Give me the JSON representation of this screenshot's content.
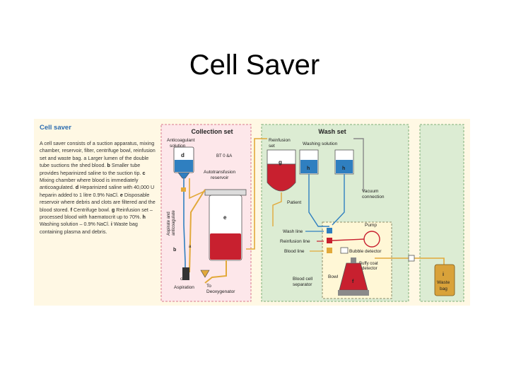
{
  "title": "Cell Saver",
  "figure": {
    "sidebar": {
      "heading": "Cell saver",
      "intro": "A cell saver consists of a suction apparatus, mixing chamber, reservoir, filter, centrifuge bowl, reinfusion set and waste bag. a Larger lumen of the double tube suctions the shed blood.",
      "b_letter": "b",
      "b_text": "Smaller tube provides heparinized saline to the suction tip.",
      "c_letter": "c",
      "c_text": "Mixing chamber where blood is immediately anticoagulated.",
      "d_letter": "d",
      "d_text": "Heparinized saline with 40,000 U heparin added to 1 litre 0.9% NaCl.",
      "e_letter": "e",
      "e_text": "Disposable reservoir where debris and clots are filtered and the blood stored.",
      "f_letter": "f",
      "f_text": "Centrifuge bowl.",
      "g_letter": "g",
      "g_text": "Reinfusion set – processed blood with haematocrit up to 70%.",
      "h_letter": "h",
      "h_text": "Washing solution – 0.9% NaCl.",
      "i_letter": "i",
      "i_text": "Waste bag containing plasma and debris."
    },
    "collection_set": {
      "heading": "Collection set",
      "anticoagulant_line1": "Anticoagulant",
      "anticoagulant_line2": "solution",
      "label_d": "d",
      "label_e": "e",
      "label_c": "c",
      "label_b": "b",
      "label_a": "a",
      "bt_label": "BT 0 &A",
      "autotransfusion_line1": "Autotransfusion",
      "autotransfusion_line2": "reservoir",
      "aspirate_line1": "Aspirate and",
      "aspirate_line2": "anticoagulate",
      "aspiration": "Aspiration",
      "to_line1": "To",
      "to_line2": "Deoxygenator"
    },
    "wash_set": {
      "heading": "Wash set",
      "reinfusion_line1": "Reinfusion",
      "reinfusion_line2": "set",
      "washing_solution": "Washing solution",
      "label_g": "g",
      "label_h1": "h",
      "label_h2": "h",
      "patient": "Patient",
      "vacuum_line1": "Vacuum",
      "vacuum_line2": "connection",
      "pump": "Pump",
      "wash_line": "Wash line",
      "reinfusion_line": "Reinfusion line",
      "blood_line": "Blood line",
      "bubble_detector": "Bubble detector",
      "buffy_line1": "Buffy coat",
      "buffy_line2": "detector",
      "bowl": "Bowl",
      "label_f": "f",
      "separator_line1": "Blood cell",
      "separator_line2": "separator"
    },
    "waste": {
      "label_i": "i",
      "line1": "Waste",
      "line2": "bag"
    }
  }
}
